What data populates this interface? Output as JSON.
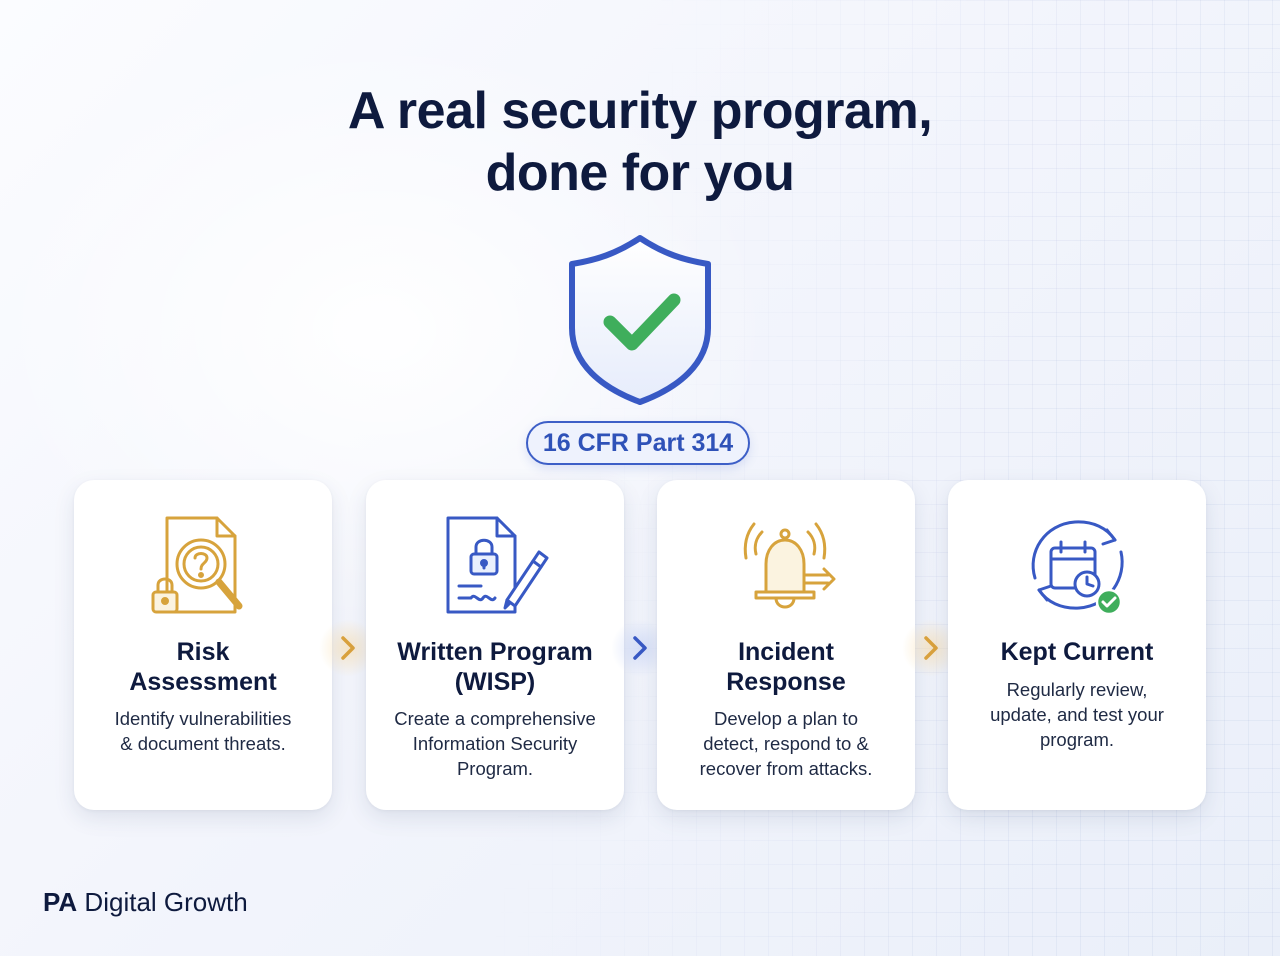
{
  "title": {
    "line1": "A real security program,",
    "line2": "done for you"
  },
  "badge": "16 CFR Part 314",
  "cards": [
    {
      "title_line1": "Risk",
      "title_line2": "Assessment",
      "desc_line1": "Identify vulnerabilities",
      "desc_line2": "& document threats.",
      "desc_line3": "",
      "icon": "document-magnifier-lock-icon"
    },
    {
      "title_line1": "Written Program",
      "title_line2": "(WISP)",
      "desc_line1": "Create a comprehensive",
      "desc_line2": "Information Security",
      "desc_line3": "Program.",
      "icon": "document-lock-pen-icon"
    },
    {
      "title_line1": "Incident",
      "title_line2": "Response",
      "desc_line1": "Develop a plan to",
      "desc_line2": "detect, respond to &",
      "desc_line3": "recover from attacks.",
      "icon": "alarm-bell-icon"
    },
    {
      "title_line1": "Kept Current",
      "title_line2": "",
      "desc_line1": "Regularly review,",
      "desc_line2": "update, and test your",
      "desc_line3": "program.",
      "icon": "calendar-refresh-icon"
    }
  ],
  "brand": {
    "bold": "PA",
    "rest": " Digital Growth"
  },
  "colors": {
    "navy": "#0e1a3e",
    "blue": "#3d5fc7",
    "gold": "#d7a33c",
    "green": "#3fae5c"
  }
}
